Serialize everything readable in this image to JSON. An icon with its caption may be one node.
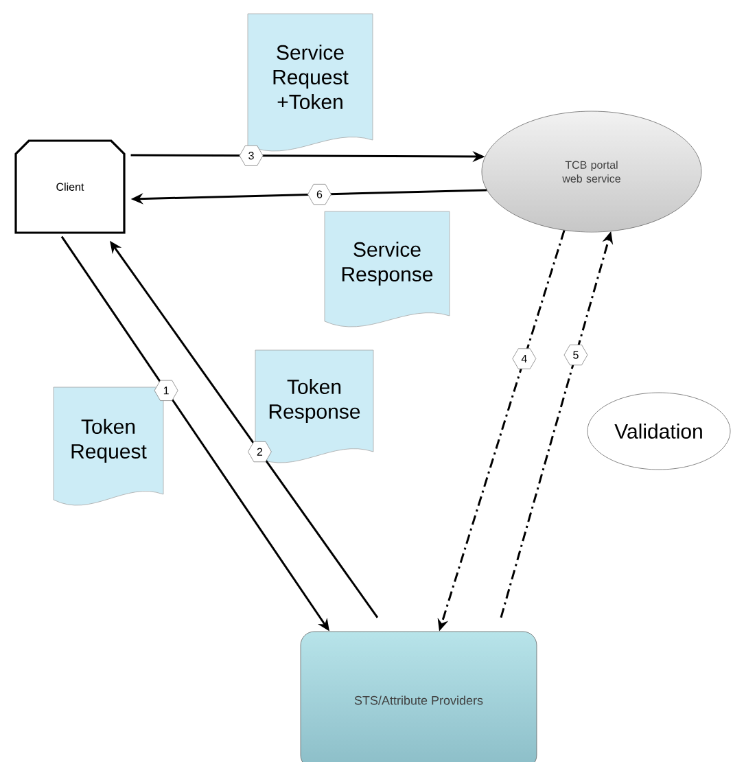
{
  "diagram": {
    "nodes": [
      {
        "text": [
          "Client"
        ]
      },
      {
        "text": [
          "TCB portal web service"
        ]
      },
      {
        "text": [
          "STS/Attribute Providers"
        ]
      },
      {
        "text": [
          "Validation"
        ]
      },
      {
        "text": [
          "Service Request +Token"
        ]
      },
      {
        "text": [
          "Service Response"
        ]
      },
      {
        "text": [
          "Token Request"
        ]
      },
      {
        "text": [
          "Token Response"
        ]
      }
    ],
    "edges": [
      {
        "from": 0,
        "to": 2,
        "arrow": "to",
        "label": "1"
      },
      {
        "from": 2,
        "to": 0,
        "arrow": "to",
        "label": "2"
      },
      {
        "from": 0,
        "to": 1,
        "arrow": "to",
        "label": "3"
      },
      {
        "from": 1,
        "to": 2,
        "arrow": "to",
        "label": "4",
        "style": "dashed"
      },
      {
        "from": 2,
        "to": 1,
        "arrow": "to",
        "label": "5",
        "style": "dashed"
      },
      {
        "from": 1,
        "to": 0,
        "arrow": "to",
        "label": "6"
      }
    ]
  }
}
